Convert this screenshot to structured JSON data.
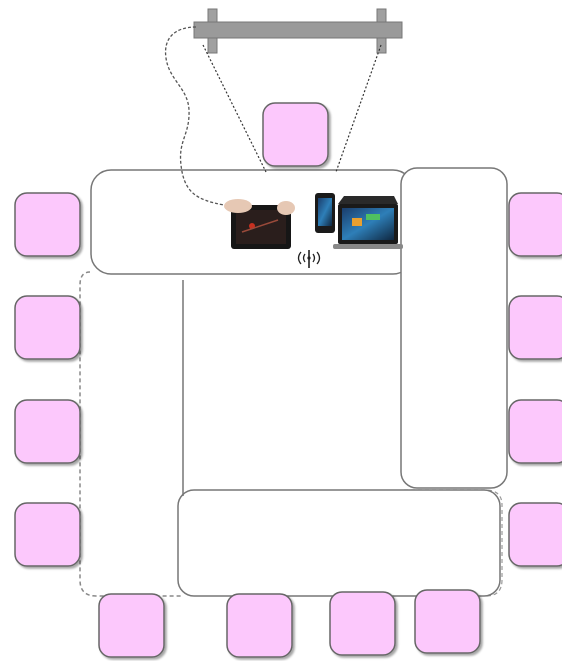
{
  "diagram": {
    "type": "conference-room-layout",
    "colors": {
      "seat_fill": "#fcc8fc",
      "seat_stroke": "#6a6a6a",
      "table_stroke": "#777777",
      "projector": "#999999",
      "cable": "#555555",
      "background": "#ffffff"
    },
    "counts": {
      "seats": 13,
      "table_sections": 4,
      "devices": 3
    },
    "icons": {
      "projector": "projector-icon",
      "tablet": "tablet-hands-icon",
      "phone_laptop": "phone-laptop-icon",
      "wireless": "wireless-symbol-icon"
    }
  }
}
